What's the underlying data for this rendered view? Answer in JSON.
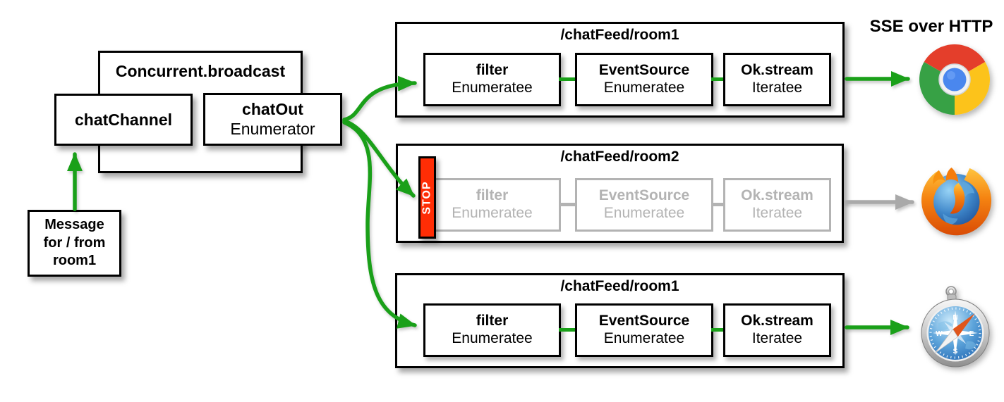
{
  "header": {
    "sse_label": "SSE over HTTP"
  },
  "broadcast": {
    "title": "Concurrent.broadcast",
    "chat_channel_label": "chatChannel",
    "chat_out": {
      "name": "chatOut",
      "type": "Enumerator"
    }
  },
  "message_box": {
    "lines": [
      "Message",
      "for / from",
      "room1"
    ]
  },
  "stop_label": "STOP",
  "pipelines": [
    {
      "title": "/chatFeed/room1",
      "state": "active",
      "browser": "chrome",
      "stages": [
        {
          "name": "filter",
          "type": "Enumeratee"
        },
        {
          "name": "EventSource",
          "type": "Enumeratee"
        },
        {
          "name": "Ok.stream",
          "type": "Iteratee"
        }
      ]
    },
    {
      "title": "/chatFeed/room2",
      "state": "stopped",
      "browser": "firefox",
      "stages": [
        {
          "name": "filter",
          "type": "Enumeratee"
        },
        {
          "name": "EventSource",
          "type": "Enumeratee"
        },
        {
          "name": "Ok.stream",
          "type": "Iteratee"
        }
      ]
    },
    {
      "title": "/chatFeed/room1",
      "state": "active",
      "browser": "safari",
      "stages": [
        {
          "name": "filter",
          "type": "Enumeratee"
        },
        {
          "name": "EventSource",
          "type": "Enumeratee"
        },
        {
          "name": "Ok.stream",
          "type": "Iteratee"
        }
      ]
    }
  ],
  "safari_compass": {
    "north": "N",
    "east": "E",
    "south": "S",
    "west": "W"
  },
  "colors": {
    "active_green": "#1aa019",
    "inactive_gray": "#b3b3b3",
    "arrow_gray": "#a9a9a9",
    "stop_red": "#ff2d05",
    "border_black": "#000000"
  }
}
